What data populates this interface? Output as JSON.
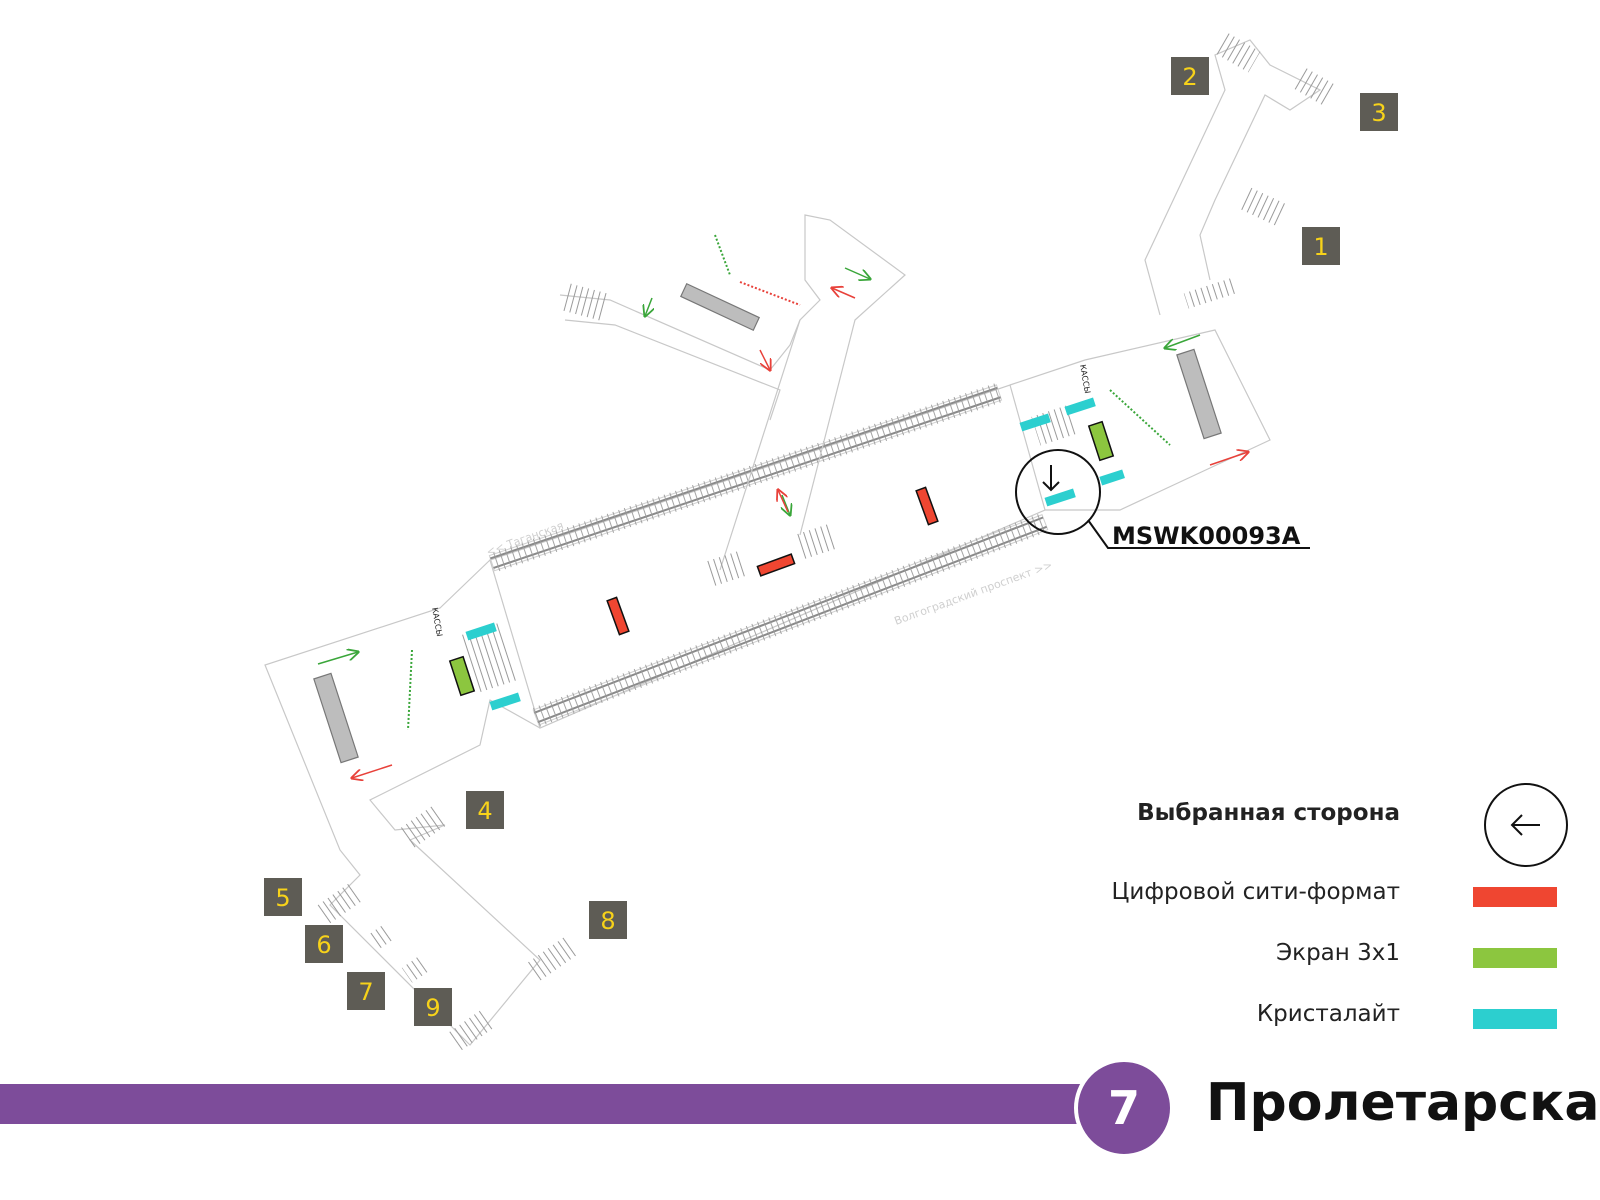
{
  "station": {
    "name": "Пролетарская",
    "line_number": "7",
    "line_color": "#7d4c9a"
  },
  "selected_code": "MSWK00093A",
  "directions": {
    "left": "<< Таганская",
    "right": "Волгоградский проспект >>"
  },
  "kassy_label": "КАССЫ",
  "exits": [
    "1",
    "2",
    "3",
    "4",
    "5",
    "6",
    "7",
    "8",
    "9"
  ],
  "legend": {
    "selected_side": "Выбранная сторона",
    "selected_side_icon": "arrow-left-icon",
    "items": [
      {
        "label": "Цифровой сити-формат",
        "color": "#ef4631"
      },
      {
        "label": "Экран 3х1",
        "color": "#8cc63f"
      },
      {
        "label": "Кристалайт",
        "color": "#2ccfcf"
      }
    ]
  },
  "colors": {
    "exit_box": "#5e5c55",
    "exit_text": "#f7d21a",
    "arrow_green": "#3aa63a",
    "arrow_red": "#e8413a"
  }
}
